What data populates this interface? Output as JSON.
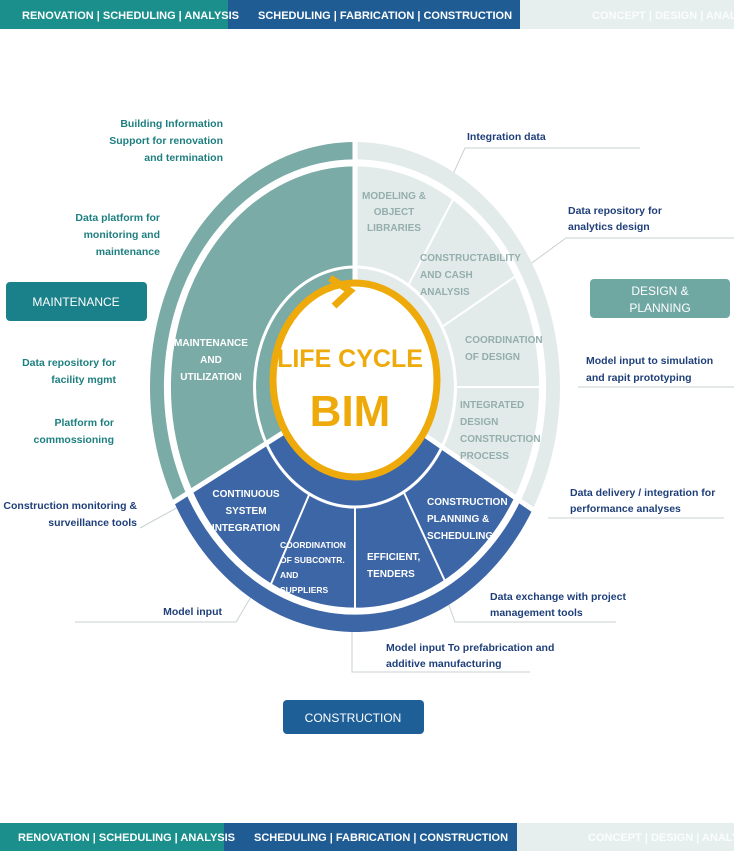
{
  "top_bar": {
    "renovation": "RENOVATION | SCHEDULING | ANALYSIS",
    "construction": "SCHEDULING | FABRICATION | CONSTRUCTION",
    "concept": "CONCEPT | DESIGN | ANALYSIS"
  },
  "bottom_bar": {
    "renovation": "RENOVATION | SCHEDULING | ANALYSIS",
    "construction": "SCHEDULING | FABRICATION | CONSTRUCTION",
    "concept": "CONCEPT | DESIGN | ANALYSIS"
  },
  "colors": {
    "teal_bar": "#1a8f8c",
    "blue_bar": "#1f5c94",
    "light_bar": "#e6efee",
    "maintenance": "#7aaba6",
    "construction": "#3d66a6",
    "design": "#e3ebea",
    "bim_ring": "#eeaa0a"
  },
  "center": {
    "line1": "LIFE CYCLE",
    "line2": "BIM"
  },
  "phases": {
    "maintenance": "MAINTENANCE",
    "design": [
      "DESIGN &",
      "PLANNING"
    ],
    "construction": "CONSTRUCTION"
  },
  "segments": {
    "maintenance_utilization": [
      "MAINTENANCE",
      "AND",
      "UTILIZATION"
    ],
    "modeling": [
      "MODELING &",
      "OBJECT",
      "LIBRARIES"
    ],
    "constructability": [
      "CONSTRUCTABILITY",
      "AND CASH",
      "ANALYSIS"
    ],
    "coordination_design": [
      "COORDINATION",
      "OF DESIGN"
    ],
    "integrated": [
      "INTEGRATED",
      "DESIGN",
      "CONSTRUCTION",
      "PROCESS"
    ],
    "continuous": [
      "CONTINUOUS",
      "SYSTEM",
      "INTEGRATION"
    ],
    "subcontr": [
      "COORDINATION",
      "OF SUBCONTR.",
      "AND",
      "SUPPLIERS"
    ],
    "efficient": [
      "EFFICIENT,",
      "TENDERS"
    ],
    "construction_planning": [
      "CONSTRUCTION",
      "PLANNING &",
      "SCHEDULING"
    ]
  },
  "annotations": {
    "building_info": [
      "Building Information",
      "Support for renovation",
      "and termination"
    ],
    "data_platform": [
      "Data platform for",
      "monitoring and",
      "maintenance"
    ],
    "data_repo_facility": [
      "Data repository for",
      "facility mgmt"
    ],
    "platform_commissioning": [
      "Platform for",
      "commossioning"
    ],
    "construction_monitoring": [
      "Construction monitoring &",
      "surveillance tools"
    ],
    "model_input": "Model input",
    "integration_data": "Integration data",
    "data_repo_analytics": [
      "Data repository for",
      "analytics design"
    ],
    "model_input_sim": [
      "Model input to simulation",
      "and rapit   prototyping"
    ],
    "data_delivery": [
      "Data delivery / integration for",
      "performance analyses"
    ],
    "data_exchange": [
      "Data exchange with project",
      "management tools"
    ],
    "model_input_prefab": [
      "Model input To prefabrication and",
      "additive manufacturing"
    ]
  }
}
